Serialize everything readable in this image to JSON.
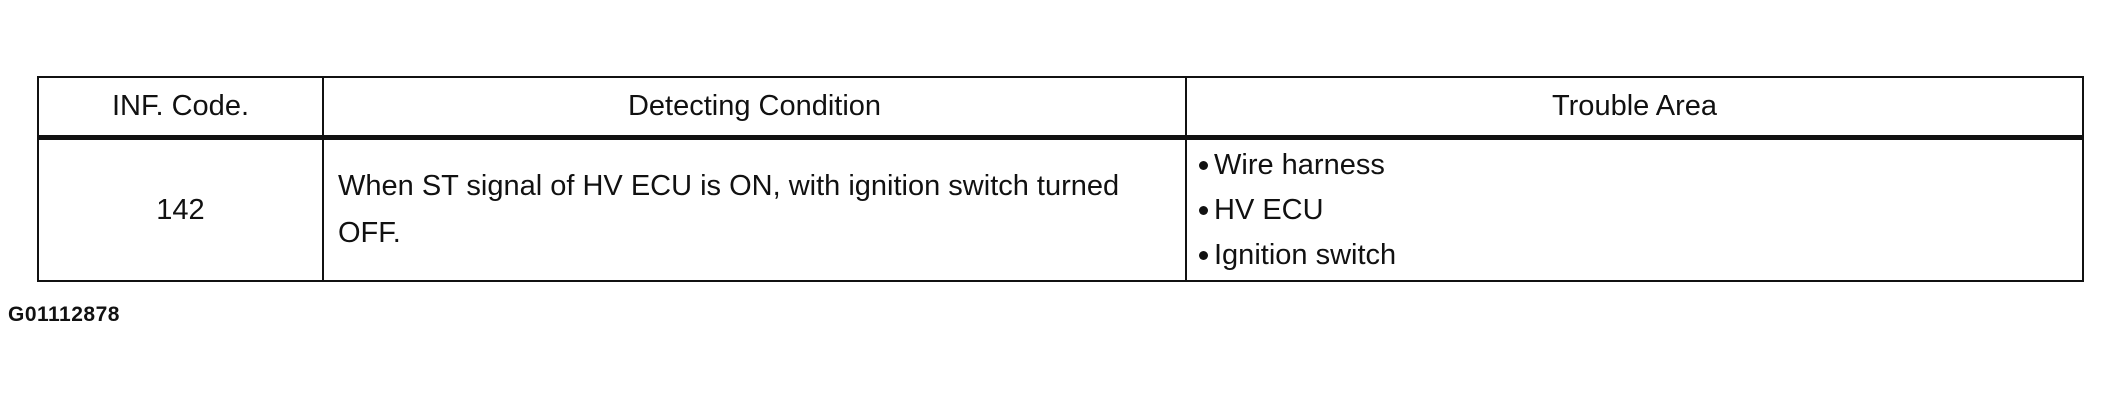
{
  "table": {
    "headers": [
      "INF. Code.",
      "Detecting Condition",
      "Trouble Area"
    ],
    "rows": [
      {
        "code": "142",
        "condition": "When ST signal of HV ECU is ON, with ignition switch turned OFF.",
        "trouble_area": [
          "Wire harness",
          "HV ECU",
          "Ignition switch"
        ]
      }
    ]
  },
  "figure_id": "G01112878",
  "colors": {
    "ink": "#111111",
    "background": "#ffffff"
  }
}
